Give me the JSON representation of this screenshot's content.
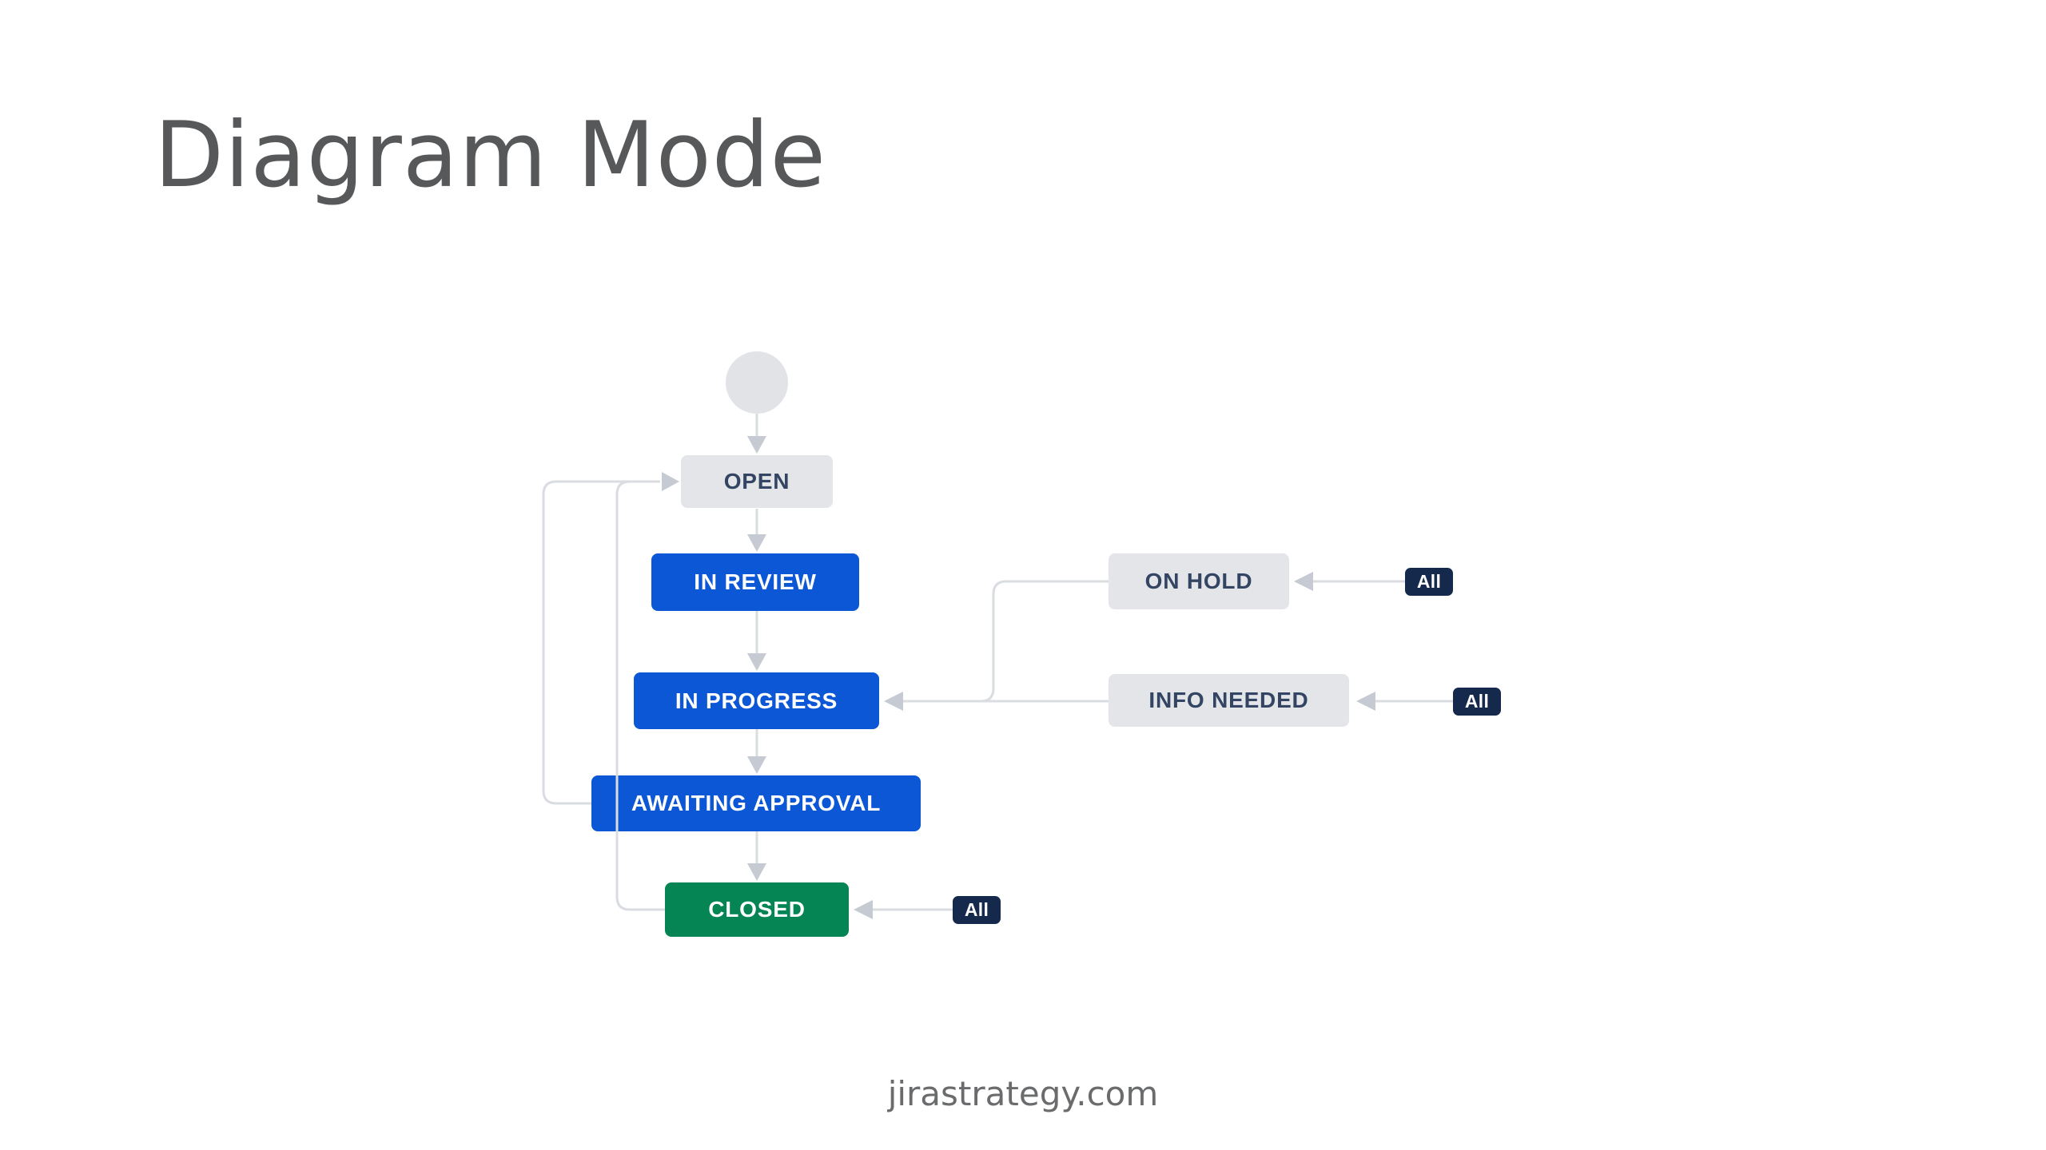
{
  "page": {
    "title": "Diagram Mode",
    "footer": "jirastrategy.com"
  },
  "colors": {
    "status_blue": "#0c57d6",
    "status_green": "#048553",
    "status_gray": "#e3e5e9",
    "status_text_navy": "#344563",
    "badge_navy": "#15294d",
    "connector_line": "#d9dce1",
    "connector_arrowhead": "#c6cad2",
    "start_circle_gray": "#e1e3e7",
    "title_gray": "#57585a",
    "footer_gray": "#6a6b6d"
  },
  "diagram": {
    "start_node": {
      "name": "start",
      "shape": "circle"
    },
    "statuses": [
      {
        "id": "open",
        "label": "OPEN",
        "color": "gray"
      },
      {
        "id": "in-review",
        "label": "IN REVIEW",
        "color": "blue"
      },
      {
        "id": "in-progress",
        "label": "IN PROGRESS",
        "color": "blue"
      },
      {
        "id": "awaiting-approval",
        "label": "AWAITING APPROVAL",
        "color": "blue"
      },
      {
        "id": "closed",
        "label": "CLOSED",
        "color": "green"
      },
      {
        "id": "on-hold",
        "label": "ON HOLD",
        "color": "gray"
      },
      {
        "id": "info-needed",
        "label": "INFO NEEDED",
        "color": "gray"
      }
    ],
    "transition_badges": [
      {
        "label": "All",
        "target": "on-hold"
      },
      {
        "label": "All",
        "target": "info-needed"
      },
      {
        "label": "All",
        "target": "closed"
      }
    ],
    "transitions": [
      {
        "from": "start",
        "to": "open"
      },
      {
        "from": "open",
        "to": "in-review"
      },
      {
        "from": "in-review",
        "to": "in-progress"
      },
      {
        "from": "in-progress",
        "to": "awaiting-approval"
      },
      {
        "from": "awaiting-approval",
        "to": "closed"
      },
      {
        "from": "awaiting-approval",
        "to": "open"
      },
      {
        "from": "closed",
        "to": "open"
      },
      {
        "from": "on-hold",
        "to": "in-progress"
      },
      {
        "from": "info-needed",
        "to": "in-progress"
      },
      {
        "from": "all",
        "to": "on-hold"
      },
      {
        "from": "all",
        "to": "info-needed"
      },
      {
        "from": "all",
        "to": "closed"
      }
    ]
  }
}
